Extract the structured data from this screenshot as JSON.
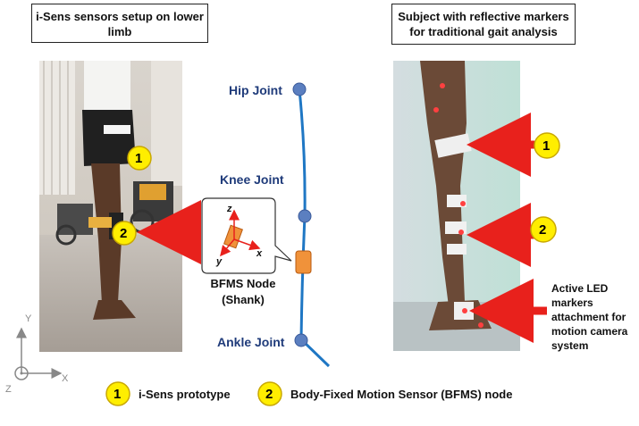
{
  "left_panel": {
    "title": "i-Sens sensors setup on lower limb"
  },
  "right_panel": {
    "title_line1": "Subject with reflective markers",
    "title_line2": "for traditional gait analysis",
    "led_label_lines": [
      "Active LED",
      "markers",
      "attachment for",
      "motion camera",
      "system"
    ]
  },
  "skeleton": {
    "hip_label": "Hip Joint",
    "knee_label": "Knee Joint",
    "ankle_label": "Ankle Joint",
    "node_label_line1": "BFMS Node",
    "node_label_line2": "(Shank)"
  },
  "inset_axes": {
    "z": "z",
    "x": "x",
    "y": "y"
  },
  "global_axes": {
    "y": "Y",
    "x": "X",
    "z": "Z"
  },
  "markers": {
    "one": "1",
    "two": "2"
  },
  "legend": {
    "item1_label": "i-Sens prototype",
    "item2_label": "Body-Fixed Motion Sensor (BFMS) node"
  },
  "colors": {
    "joint_text": "#1f3b7a",
    "bone_line": "#1f77c4",
    "joint_fill": "#5b7fc0",
    "sensor_node": "#f0923a",
    "marker_fill": "#ffee00",
    "arrow_red": "#e8211c"
  }
}
